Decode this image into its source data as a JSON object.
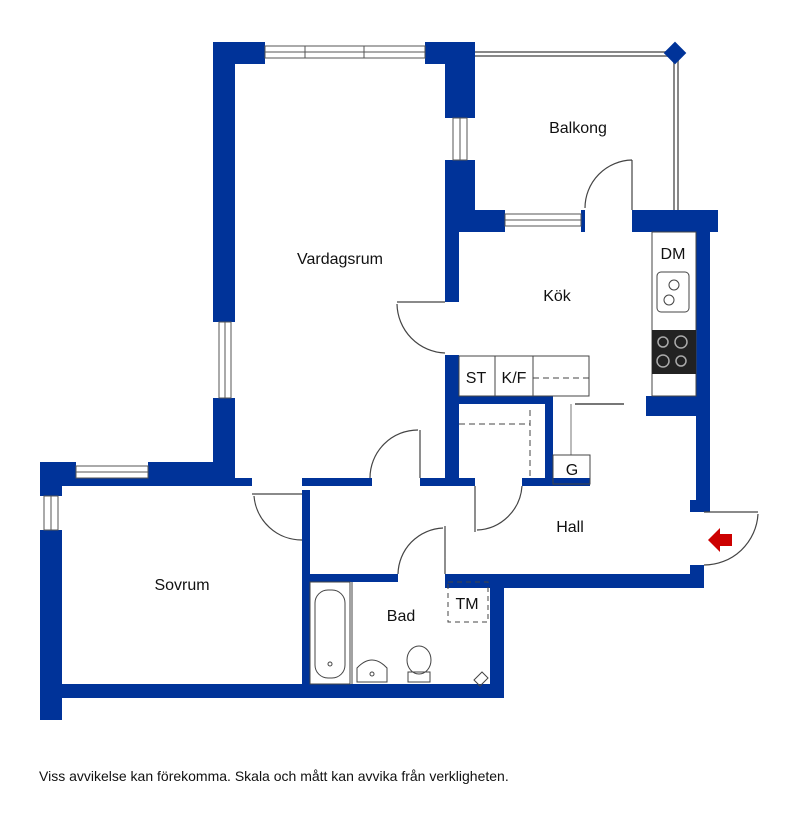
{
  "rooms": {
    "balkong": "Balkong",
    "vardagsrum": "Vardagsrum",
    "kok": "Kök",
    "hall": "Hall",
    "sovrum": "Sovrum",
    "bad": "Bad"
  },
  "fixtures": {
    "dm": "DM",
    "st": "ST",
    "kf": "K/F",
    "g": "G",
    "tm": "TM"
  },
  "colors": {
    "wall": "#003399",
    "entrance_arrow": "#cc0000"
  },
  "disclaimer": "Viss avvikelse kan förekomma. Skala och mått kan avvika från verkligheten."
}
